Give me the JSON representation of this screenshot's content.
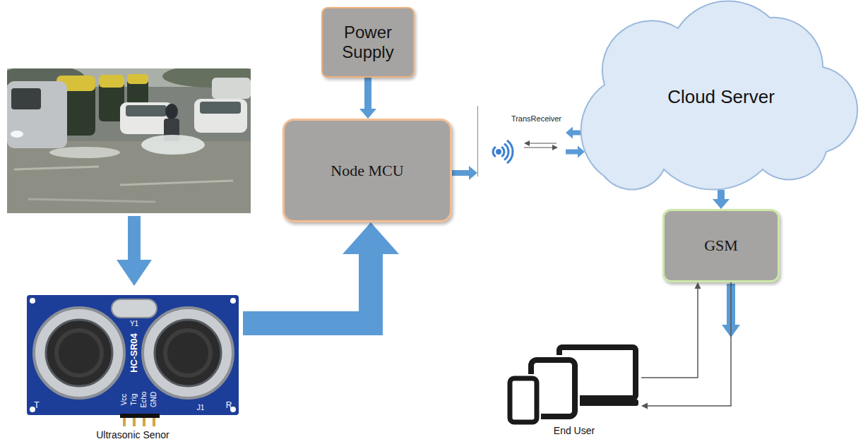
{
  "diagram": {
    "nodes": [
      {
        "text": [
          "Power Supply"
        ]
      },
      {
        "text": [
          "Node MCU"
        ]
      },
      {
        "text": [
          "TransReceiver"
        ]
      },
      {
        "text": [
          "Cloud Server"
        ]
      },
      {
        "text": [
          "GSM"
        ]
      },
      {
        "text": [
          "Ultrasonic Senor"
        ]
      },
      {
        "text": [
          "End User"
        ]
      }
    ],
    "edges": [
      {
        "from": 0,
        "to": 1,
        "arrow": "to"
      },
      {
        "from": 5,
        "to": 1,
        "arrow": "to"
      },
      {
        "from": 1,
        "to": 2,
        "arrow": "to"
      },
      {
        "from": 2,
        "to": 3,
        "arrow": "to"
      },
      {
        "from": 3,
        "to": 2,
        "arrow": "to"
      },
      {
        "from": 3,
        "to": 4,
        "arrow": "to"
      },
      {
        "from": 4,
        "to": 6,
        "arrow": "to"
      },
      {
        "from": 6,
        "to": 4,
        "arrow": "to"
      }
    ],
    "labels": [
      "HC-SR04",
      "Vcc",
      "Trig",
      "Echo",
      "GND",
      "T",
      "R",
      "Y1",
      "J1"
    ]
  }
}
